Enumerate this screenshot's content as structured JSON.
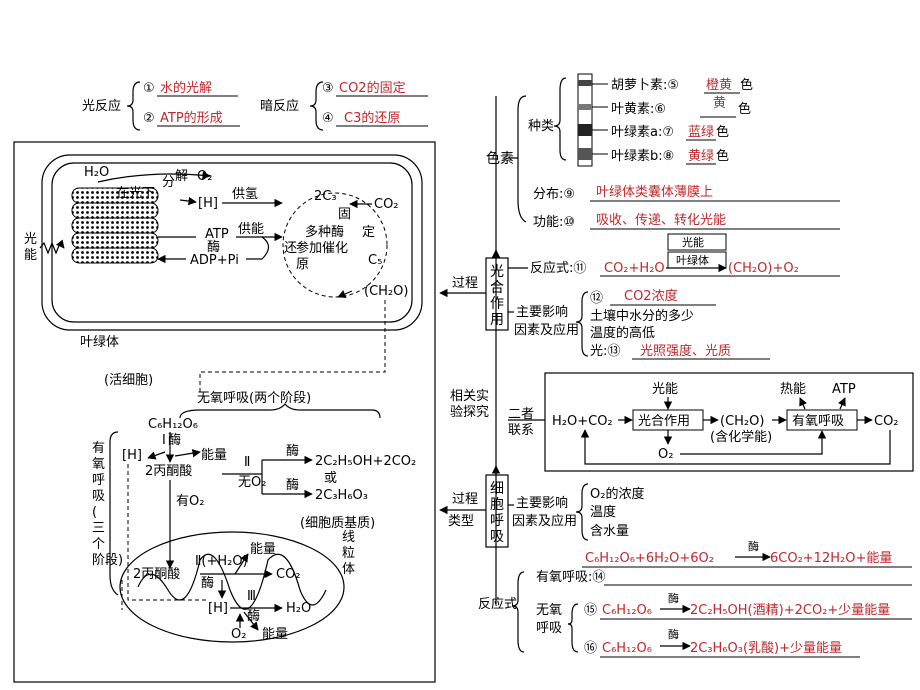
{
  "top_left": {
    "light_reaction": "光反应",
    "light_item1_num": "①",
    "light_item1_answer": "水的光解",
    "light_item2_num": "②",
    "light_item2_answer": "ATP的形成",
    "dark_reaction": "暗反应",
    "dark_item3_num": "③",
    "dark_item3_answer": "CO2的固定",
    "dark_item4_num": "④",
    "dark_item4_answer": "C3的还原"
  },
  "chloroplast": {
    "light_energy_1": "光",
    "light_energy_2": "能",
    "h2o": "H₂O",
    "in_light": "在光下",
    "split": "分",
    "jie": "解",
    "o2": "O₂",
    "h": "[H]",
    "supply_h": "供氢",
    "supply_energy": "供能",
    "atp": "ATP",
    "enzyme": "酶",
    "adp_pi": "ADP+Pi",
    "label": "叶绿体"
  },
  "calvin": {
    "c3": "2C₃",
    "co2": "CO₂",
    "fix": "固",
    "ding": "定",
    "multi_enzyme_1": "多种酶",
    "multi_enzyme_2": "参加催化",
    "huan": "还",
    "yuan": "原",
    "c5": "C₅",
    "ch2o": "(CH₂O)"
  },
  "respiration": {
    "living_cell": "(活细胞)",
    "anaerobic_title": "无氧呼吸(两个阶段)",
    "glucose": "C₆H₁₂O₆",
    "stage_i": "Ⅰ",
    "enzyme": "酶",
    "h": "[H]",
    "energy": "能量",
    "pyruvate": "2丙酮酸",
    "stage_ii": "Ⅱ",
    "no_o2": "无O₂",
    "alcohol_product": "2C₂H₅OH+2CO₂",
    "or": "或",
    "lactic_product": "2C₃H₆O₃",
    "with_o2": "有O₂",
    "aerobic_v1": "有",
    "aerobic_v2": "氧",
    "aerobic_v3": "呼",
    "aerobic_v4": "吸",
    "aerobic_v5": "(",
    "aerobic_v6": "三",
    "aerobic_v7": "个",
    "aerobic_v8": "阶段)",
    "cytoplasm": "(细胞质基质)",
    "mito_v1": "线",
    "mito_v2": "粒",
    "mito_v3": "体",
    "stage_ii_h2o": "Ⅱ(+H₂O)",
    "co2": "CO₂",
    "stage_iii": "Ⅲ",
    "h2o": "H₂O",
    "o2": "O₂"
  },
  "center": {
    "ps_v1": "光",
    "ps_v2": "合",
    "ps_v3": "作",
    "ps_v4": "用",
    "cr_v1": "细",
    "cr_v2": "胞",
    "cr_v3": "呼",
    "cr_v4": "吸",
    "process": "过程",
    "type": "类型",
    "experiment_1": "相关实",
    "experiment_2": "验探究"
  },
  "pigment": {
    "label": "色素",
    "kinds": "种类",
    "carotene": "胡萝卜素:⑤",
    "carotene_answer": "橙黄",
    "color_suffix": "色",
    "xanthophyll": "叶黄素:⑥",
    "xanthophyll_answer": "黄",
    "chlorophyll_a": "叶绿素a:⑦",
    "chlorophyll_a_answer": "蓝绿",
    "chlorophyll_b": "叶绿素b:⑧",
    "chlorophyll_b_answer": "黄绿",
    "distribution": "分布:⑨",
    "distribution_answer": "叶绿体类囊体薄膜上",
    "function": "功能:⑩",
    "function_answer": "吸收、传递、转化光能"
  },
  "photosynthesis": {
    "equation_label": "反应式:⑪",
    "eq_left": "CO₂+H₂O",
    "eq_light": "光能",
    "eq_chloroplast": "叶绿体",
    "eq_right": "(CH₂O)+O₂",
    "factor_label_1": "主要影响",
    "factor_label_2": "因素及应用",
    "factor12_num": "⑫",
    "factor12_answer": "CO2浓度",
    "soil_water": "土壤中水分的多少",
    "temperature": "温度的高低",
    "factor13_num": "光:⑬",
    "factor13_answer": "光照强度、光质"
  },
  "relation": {
    "label_1": "二者",
    "label_2": "联系",
    "h2o_co2": "H₂O+CO₂",
    "photosynthesis": "光合作用",
    "light_energy": "光能",
    "o2": "O₂",
    "ch2o": "(CH₂O)",
    "chem_energy": "(含化学能)",
    "aerobic_resp": "有氧呼吸",
    "heat": "热能",
    "atp": "ATP",
    "co2": "CO₂"
  },
  "respiration_factors": {
    "label_1": "主要影响",
    "label_2": "因素及应用",
    "o2": "O₂的浓度",
    "temperature": "温度",
    "water": "含水量"
  },
  "equations": {
    "label": "反应式",
    "enzyme": "酶",
    "aerobic_left": "C₆H₁₂O₆+6H₂O+6O₂",
    "aerobic_right": "6CO₂+12H₂O+能量",
    "aerobic_label": "有氧呼吸:⑭",
    "anaerobic_label_1": "无氧",
    "anaerobic_label_2": "呼吸",
    "n15": "⑮",
    "anaerobic1_left": "C₆H₁₂O₆",
    "anaerobic1_right": "2C₂H₅OH(酒精)+2CO₂+少量能量",
    "n16": "⑯",
    "anaerobic2_left": "C₆H₁₂O₆",
    "anaerobic2_right": "2C₃H₆O₃(乳酸)+少量能量"
  }
}
